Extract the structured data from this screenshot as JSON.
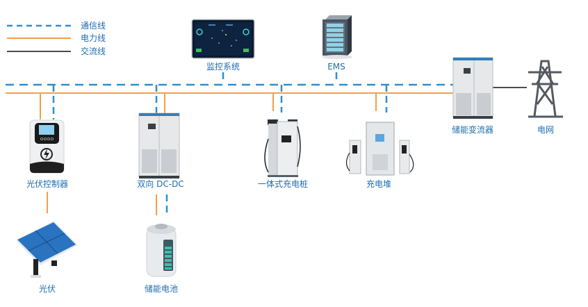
{
  "legend": [
    {
      "label": "通信线",
      "style": "dashed",
      "color": "#2b8fd0"
    },
    {
      "label": "电力线",
      "style": "solid",
      "color": "#f0a04a"
    },
    {
      "label": "交流线",
      "style": "solid",
      "color": "#111111"
    }
  ],
  "colors": {
    "comm_line": "#2b8fd0",
    "power_line": "#f0a04a",
    "ac_line": "#111111",
    "label_text": "#1e6cb0"
  },
  "nodes": {
    "monitor": {
      "label": "监控系统",
      "icon": "monitor-dashboard-icon"
    },
    "ems": {
      "label": "EMS",
      "icon": "server-rack-icon"
    },
    "pv_controller": {
      "label": "光伏控制器",
      "icon": "pv-controller-icon"
    },
    "dcdc": {
      "label": "双向 DC-DC",
      "icon": "cabinet-icon"
    },
    "charger": {
      "label": "一体式充电桩",
      "icon": "ev-charger-icon"
    },
    "charge_stack": {
      "label": "充电堆",
      "icon": "charge-stack-icon"
    },
    "pcs": {
      "label": "储能变流器",
      "icon": "pcs-cabinet-icon"
    },
    "grid": {
      "label": "电网",
      "icon": "power-tower-icon"
    },
    "pv": {
      "label": "光伏",
      "icon": "solar-panel-icon"
    },
    "battery": {
      "label": "储能电池",
      "icon": "battery-icon"
    }
  }
}
